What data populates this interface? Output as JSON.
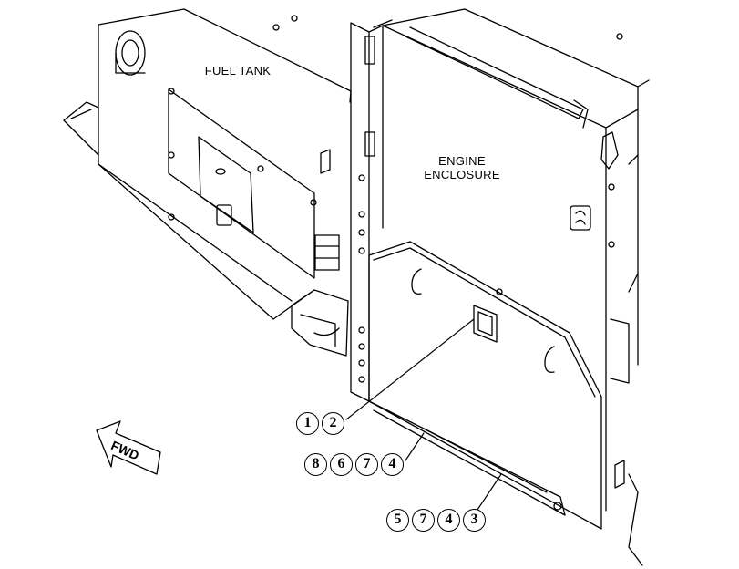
{
  "labels": {
    "fuel_tank": "FUEL TANK",
    "engine_line1": "ENGINE",
    "engine_line2": "ENCLOSURE",
    "fwd": "FWD"
  },
  "callouts": {
    "group_a": [
      "1",
      "2"
    ],
    "group_b": [
      "8",
      "6",
      "7",
      "4"
    ],
    "group_c": [
      "5",
      "7",
      "4",
      "3"
    ]
  },
  "colors": {
    "ink": "#000000",
    "paper": "#ffffff"
  },
  "icons": {
    "direction": "forward-arrow-icon"
  }
}
